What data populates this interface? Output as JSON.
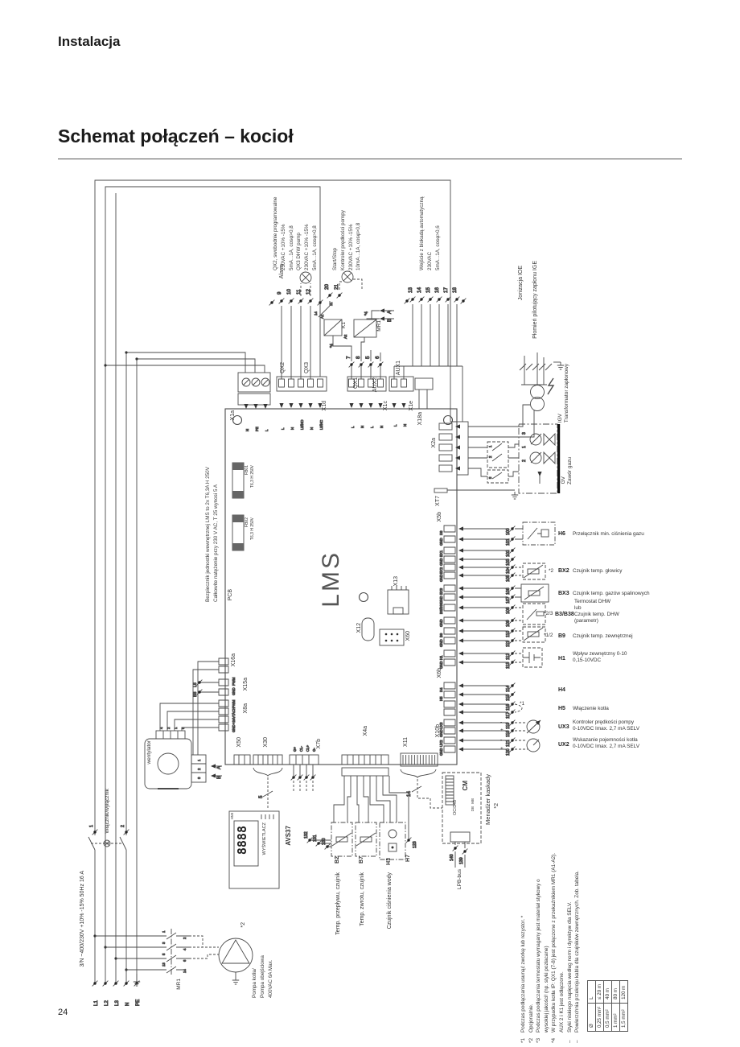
{
  "page": {
    "header": "Instalacja",
    "title": "Schemat połączeń – kocioł",
    "number": "24"
  },
  "mains": {
    "spec": "3/N  ~400/230V +10% -15%    50Hz    16 A",
    "lines": [
      "L1",
      "L2",
      "L3",
      "N",
      "PE"
    ],
    "switch_label": "Włącznik/wyłącznik",
    "switch_terminals": [
      "1",
      "2"
    ],
    "contactor": "MR1",
    "contactor_top": [
      "1",
      "3",
      "5",
      "13"
    ],
    "contactor_bottom": [
      "2",
      "4",
      "6",
      "14"
    ]
  },
  "pump": {
    "mark": "*2",
    "note": [
      "Pompa kotła/",
      "Pompa obejściowa",
      "400VAC 6A Max."
    ]
  },
  "fan": {
    "label": "wentylator",
    "pins": [
      "4",
      "2",
      "1",
      "5"
    ],
    "plug_pins": [
      "1",
      "2",
      "3"
    ],
    "a": "A",
    "b": "B"
  },
  "board": {
    "chip": "LMS",
    "pcb": "PCB",
    "fuse_note": [
      "Bezpiecznik jednostki wewnętrznej LMS to 2x T6,3A H 250V",
      "Całkowite natężenie przy 230 V AC, T 25 wynosi 5 A"
    ],
    "fuse1_id": "FB01",
    "fuse1_rating": "T6,3 H 250V",
    "fuse2_id": "FB02",
    "fuse2_rating": "T6,3 H 250V"
  },
  "connectors": {
    "x1a": "X1a",
    "x1d": "X1d",
    "x1c": "X1c",
    "x1e": "X1e",
    "x18a": "X18a",
    "x2a": "X2a",
    "xt7": "XT7",
    "x5b": "X5b",
    "x6b": "X6b",
    "x16a": "X16a",
    "x15a": "X15a",
    "x8a": "X8a",
    "x50": "X50",
    "x30": "X30",
    "x7b": "X7b",
    "x4a": "X4a",
    "x11": "X11",
    "x10b": "X10b",
    "x13": "X13",
    "x12": "X12",
    "x60": "X60",
    "x1a_pins": [
      "N",
      "PE",
      "L"
    ],
    "x1d_pins": [
      "L",
      "N",
      "L5/NO",
      "N",
      "L5/NC"
    ],
    "x1c_pins": [
      "L",
      "N",
      "L",
      "N"
    ],
    "x1e_pins": [
      "L",
      "N"
    ],
    "x2a_pins": [
      "L",
      "N",
      "L",
      "N",
      "L"
    ],
    "x15a_pins": [
      "PWM",
      "GND"
    ],
    "x8a_pins": [
      "PWM",
      "TACH",
      "+24V",
      "GND"
    ],
    "x7b_pins": [
      "G+",
      "CL-",
      "CL+",
      "G-"
    ]
  },
  "outputs": {
    "qx2": "QX2",
    "qx3": "QX3",
    "qx1": "QX1",
    "aux2": "AUX2",
    "aux1": "AUX1",
    "qx1_terminals": [
      "7",
      "8"
    ],
    "aux2_terminals": [
      "5",
      "6"
    ],
    "alarm": "Alarm",
    "alarm_terminals": [
      "9",
      "10",
      "11",
      "12"
    ],
    "alarm_note": [
      "QX2, swobodnie programowalne",
      "230VAC +10% -15%",
      "5mA...1A, cosφ>0,8",
      "QX3 DHW pump",
      "230VAC +10% -15%",
      "5mA...1A, cosφ>0,8"
    ],
    "pump_terminals": [
      "20",
      "21"
    ],
    "pump_note": [
      "Start/Stop",
      "Kontroler prędkości pompy",
      "230VAC +10% -15%",
      "10mA...1A, cosφ>0,8"
    ],
    "contact": [
      "14",
      "11"
    ],
    "k1": "K1",
    "mr1": "MR1",
    "a1": "A1",
    "a2": "A2",
    "mark4": "*4",
    "a": "A",
    "b": "B",
    "input_terminals": [
      "13",
      "14",
      "15",
      "16",
      "17",
      "18"
    ],
    "input_note": [
      "Wejście z blokadą automatyczną",
      "230VAC",
      "5mA...1A, cosφ>0,6"
    ]
  },
  "ignition": {
    "ion": "Jonizacja IOE",
    "pilot": "Płomień pilotujący zapłonu IGE",
    "igv": "IGV",
    "igv_name": "Transformator zapłonowy",
    "gv": "GV",
    "gv_name": "Zawór gazu",
    "gv_pins": [
      "3",
      "1",
      "2"
    ],
    "k_contacts": [
      "1",
      "2",
      "3"
    ]
  },
  "sensors": {
    "x5b_pins": [
      "H6",
      "GND",
      "BX1",
      "GND",
      "BX2",
      "GND",
      "BX3",
      "GND",
      "B3/B38",
      "GND",
      "B9",
      "GND"
    ],
    "x6b_pins": [
      "H1",
      "GND",
      "H4",
      "H5",
      "UX3",
      "GND",
      "UX2",
      "GND"
    ],
    "rows": [
      {
        "t1": "100",
        "t2": "101",
        "code": "H6",
        "mark": "",
        "desc": [
          "Przełącznik min. ciśnienia gazu"
        ]
      },
      {
        "t1": "102",
        "t2": "103",
        "code": "",
        "mark": "",
        "desc": []
      },
      {
        "t1": "104",
        "t2": "105",
        "code": "BX2",
        "mark": "*2",
        "desc": [
          "Czujnik temp. głowicy"
        ]
      },
      {
        "t1": "106",
        "t2": "107",
        "code": "BX3",
        "mark": "",
        "desc": [
          "Czujnik temp. gazów spalinowych"
        ]
      },
      {
        "t1": "108",
        "t2": "109",
        "code": "B3/B38",
        "mark": "*2/3",
        "desc": [
          "Termostat DHW",
          "lub",
          "Czujnik temp. DHW",
          "(parametr)"
        ]
      },
      {
        "t1": "110",
        "t2": "111",
        "code": "B9",
        "mark": "*1/2",
        "desc": [
          "Czujnik temp. zewnętrznej"
        ]
      },
      {
        "t1": "112",
        "t2": "113",
        "code": "H1",
        "mark": "",
        "desc": [
          "Wpływ zewnętrzny 0-10",
          "0,15-10VDC"
        ]
      },
      {
        "t1": "114",
        "t2": "115",
        "code": "H4",
        "mark": "",
        "desc": []
      },
      {
        "t1": "116",
        "t2": "117",
        "code": "H5",
        "mark": "*1",
        "desc": [
          "Włączenie kotła"
        ]
      },
      {
        "t1": "119",
        "t2": "118",
        "code": "UX3",
        "mark": "",
        "desc": [
          "Kontroler prędkości pompy",
          "0-10VDC Imax. 2,7 mA SELV"
        ],
        "sign1": "-",
        "sign2": "+"
      },
      {
        "t1": "121",
        "t2": "120",
        "code": "UX2",
        "mark": "",
        "desc": [
          "Wskazanie pojemności kotła",
          "0-10VDC Imax. 2,7 mA SELV"
        ],
        "sign1": "-",
        "sign2": "+"
      }
    ]
  },
  "hmi": {
    "name": "AVS37",
    "label": "WYŚWIETLACZ",
    "tag": "HMI",
    "display": "8888",
    "bundle": "5"
  },
  "bottom": {
    "terminals": [
      "132",
      "131",
      "130"
    ],
    "b2_code": "B2",
    "b2_desc": "Temp. przepływu, czujnik",
    "b7_code": "B7",
    "b7_desc": "Temp. zwrotu, czujnik",
    "h3_code": "H3",
    "h3_desc": "Czujnik ciśnienia wody",
    "h7_code": "H7",
    "h7_terminal": "123",
    "bundle": "14"
  },
  "cascade": {
    "module": "OCI345",
    "cm": "CM",
    "mb": "MB",
    "db": "DB",
    "mark": "*2",
    "name": "Menadżer kaskady",
    "t140": "140",
    "t139": "139",
    "bus": "LPB-bus"
  },
  "notes": {
    "lines": [
      {
        "m": "*1",
        "t": "Podczas podłączania usunąć zworkę lub rezystor. *"
      },
      {
        "m": "*2",
        "t": "Opcjonalnie."
      },
      {
        "m": "*3",
        "t": "Podczas podłączania termostatu wymagany jest materiał stykowy o"
      },
      {
        "m": "",
        "t": "wysokiej jakości! (np. styki pozłacane)"
      },
      {
        "m": "*4",
        "t": "W przypadku kotła IP: QX1 (7-8) jest połączone z przekaźnikiem MR1 (A1-A2)."
      },
      {
        "m": "",
        "t": "AUX 2 i K1 jest odłączone."
      },
      {
        "m": "–",
        "t": "Styki niskiego napięcia według norm i dyrektyw dla SELV."
      },
      {
        "m": "–",
        "t": "Powierzchnia przekroju kabla dla czujników zewnętrznych. Zob. tabela."
      }
    ],
    "table": {
      "col1": "Ø",
      "col2": "L",
      "rows": [
        {
          "d": "0,25 mm²",
          "l": "≤ 20 m"
        },
        {
          "d": "0,5 mm²",
          "l": "40 m"
        },
        {
          "d": "1 mm²",
          "l": "80 m"
        },
        {
          "d": "1,5 mm²",
          "l": "120 m"
        }
      ]
    }
  },
  "left_terminals": {
    "t1": "L6",
    "t2": "B8"
  }
}
